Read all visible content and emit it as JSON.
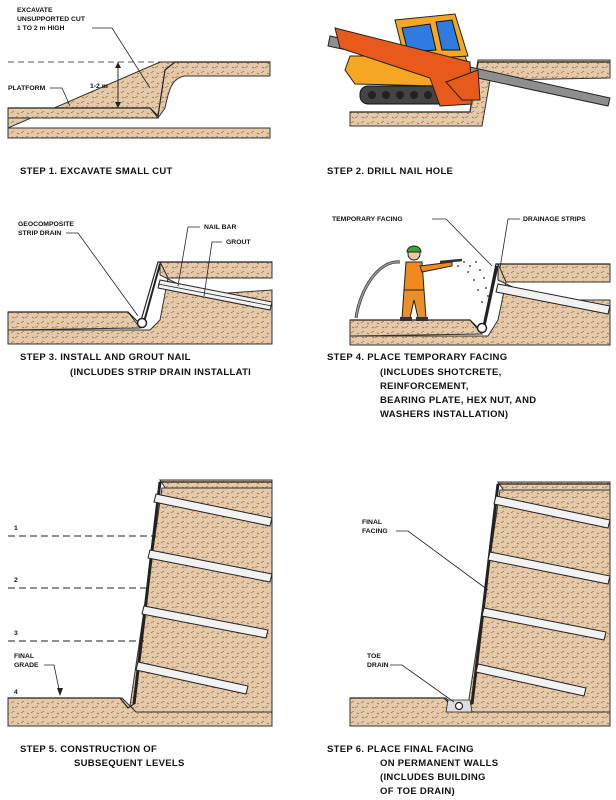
{
  "steps": [
    {
      "caption": [
        "STEP 1.  EXCAVATE SMALL CUT"
      ],
      "labels": {
        "excavate": [
          "EXCAVATE",
          "UNSUPPORTED CUT",
          "1 TO 2 m HIGH"
        ],
        "platform": "PLATFORM",
        "height": "1-2 m"
      }
    },
    {
      "caption": [
        "STEP 2.  DRILL NAIL HOLE"
      ]
    },
    {
      "caption": [
        "STEP 3.  INSTALL AND GROUT NAIL",
        "(INCLUDES STRIP DRAIN INSTALLATI"
      ],
      "labels": {
        "drain": [
          "GEOCOMPOSITE",
          "STRIP DRAIN"
        ],
        "nail_bar": "NAIL BAR",
        "grout": "GROUT"
      }
    },
    {
      "caption": [
        "STEP 4.  PLACE TEMPORARY FACING",
        "(INCLUDES SHOTCRETE,",
        "REINFORCEMENT,",
        "BEARING PLATE, HEX NUT, AND",
        "WASHERS INSTALLATION)"
      ],
      "labels": {
        "temp_facing": "TEMPORARY FACING",
        "drainage": "DRAINAGE STRIPS"
      }
    },
    {
      "caption": [
        "STEP 5.  CONSTRUCTION OF",
        "SUBSEQUENT LEVELS"
      ],
      "labels": {
        "levels": [
          "1",
          "2",
          "3",
          "4"
        ],
        "final_grade": [
          "FINAL",
          "GRADE"
        ]
      }
    },
    {
      "caption": [
        "STEP 6.  PLACE FINAL FACING",
        "ON PERMANENT WALLS",
        "(INCLUDES BUILDING",
        "OF TOE DRAIN)"
      ],
      "labels": {
        "final_facing": [
          "FINAL",
          "FACING"
        ],
        "toe_drain": [
          "TOE",
          "DRAIN"
        ]
      }
    }
  ],
  "colors": {
    "soil": "#e6c9a8",
    "soil_hatch": "#8a6a4a",
    "machine": "#f5a623",
    "drill_arm": "#e8591c",
    "cab_glass": "#2f7be0",
    "worker_shirt": "#f08a1c",
    "worker_pants": "#e8912b",
    "hard_hat": "#3aa63a",
    "nail_fill": "#f2f2f2"
  },
  "icons": [
    "excavator-drill-rig-icon",
    "shotcrete-worker-icon"
  ]
}
